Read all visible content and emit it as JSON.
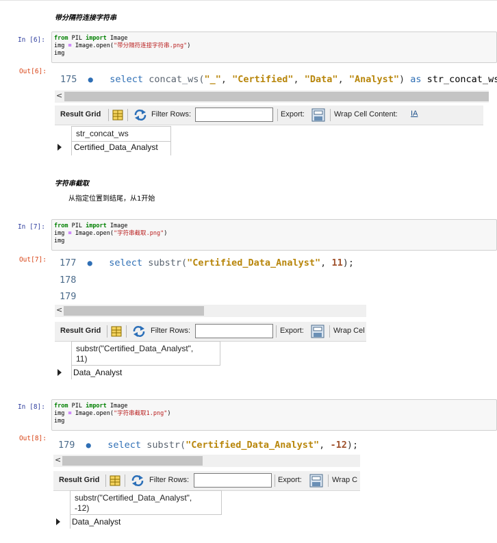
{
  "section1": {
    "heading": "带分隔符连接字符串"
  },
  "cell6": {
    "in_prompt": "In  [6]:",
    "out_prompt": "Out[6]:",
    "code": {
      "line1_kw1": "from",
      "line1_mod": " PIL ",
      "line1_kw2": "import",
      "line1_rest": " Image",
      "line2_a": "img ",
      "line2_op": "=",
      "line2_b": " Image.open(",
      "line2_str": "\"带分隔符连接字符串.png\"",
      "line2_c": ")",
      "line3": "img"
    },
    "sql": {
      "line_no": "175",
      "dot": "●",
      "select": "select",
      "fn": " concat_ws(",
      "a1": "\"_\"",
      "c1": ", ",
      "a2": "\"Certified\"",
      "c2": ", ",
      "a3": "\"Data\"",
      "c3": ", ",
      "a4": "\"Analyst\"",
      "close": ") ",
      "as": "as",
      "alias": " str_concat_ws;"
    },
    "scroll_left": "<",
    "toolbar": {
      "result_grid": "Result Grid",
      "filter_rows": "Filter Rows:",
      "export": "Export:",
      "wrap": "Wrap Cell Content:",
      "wrap_icon": "IA"
    },
    "grid": {
      "header": "str_concat_ws",
      "row": "Certified_Data_Analyst"
    }
  },
  "section2": {
    "heading": "字符串截取",
    "text": "从指定位置到结尾，从1开始"
  },
  "cell7": {
    "in_prompt": "In  [7]:",
    "out_prompt": "Out[7]:",
    "code": {
      "line1_kw1": "from",
      "line1_mod": " PIL ",
      "line1_kw2": "import",
      "line1_rest": " Image",
      "line2_a": "img ",
      "line2_op": "=",
      "line2_b": " Image.open(",
      "line2_str": "\"字符串截取.png\"",
      "line2_c": ")",
      "line3": "img"
    },
    "sql": {
      "line_no": "177",
      "dot": "●",
      "select": "select",
      "fn": " substr(",
      "a1": "\"Certified_Data_Analyst\"",
      "c1": ", ",
      "num": "11",
      "close": ");",
      "line_no2": "178",
      "line_no3": "179"
    },
    "scroll_left": "<",
    "toolbar": {
      "result_grid": "Result Grid",
      "filter_rows": "Filter Rows:",
      "export": "Export:",
      "wrap": "Wrap Cel"
    },
    "grid": {
      "header_l1": "substr(\"Certified_Data_Analyst\",",
      "header_l2": "11)",
      "row": "Data_Analyst"
    }
  },
  "cell8": {
    "in_prompt": "In  [8]:",
    "out_prompt": "Out[8]:",
    "code": {
      "line1_kw1": "from",
      "line1_mod": " PIL ",
      "line1_kw2": "import",
      "line1_rest": " Image",
      "line2_a": "img ",
      "line2_op": "=",
      "line2_b": " Image.open(",
      "line2_str": "\"字符串截取1.png\"",
      "line2_c": ")",
      "line3": "img"
    },
    "sql": {
      "line_no": "179",
      "dot": "●",
      "select": "select",
      "fn": " substr(",
      "a1": "\"Certified_Data_Analyst\"",
      "c1": ", ",
      "num": "-12",
      "close": ");"
    },
    "scroll_left": "<",
    "toolbar": {
      "result_grid": "Result Grid",
      "filter_rows": "Filter Rows:",
      "export": "Export:",
      "wrap": "Wrap C"
    },
    "grid": {
      "header_l1": "substr(\"Certified_Data_Analyst\",",
      "header_l2": "-12)",
      "row": "Data_Analyst"
    }
  },
  "colors": {
    "prompt_in": "#303f9f",
    "prompt_out": "#d84315",
    "sql_keyword": "#2f6fb5",
    "sql_string": "#b8860b",
    "code_keyword": "#008000"
  }
}
